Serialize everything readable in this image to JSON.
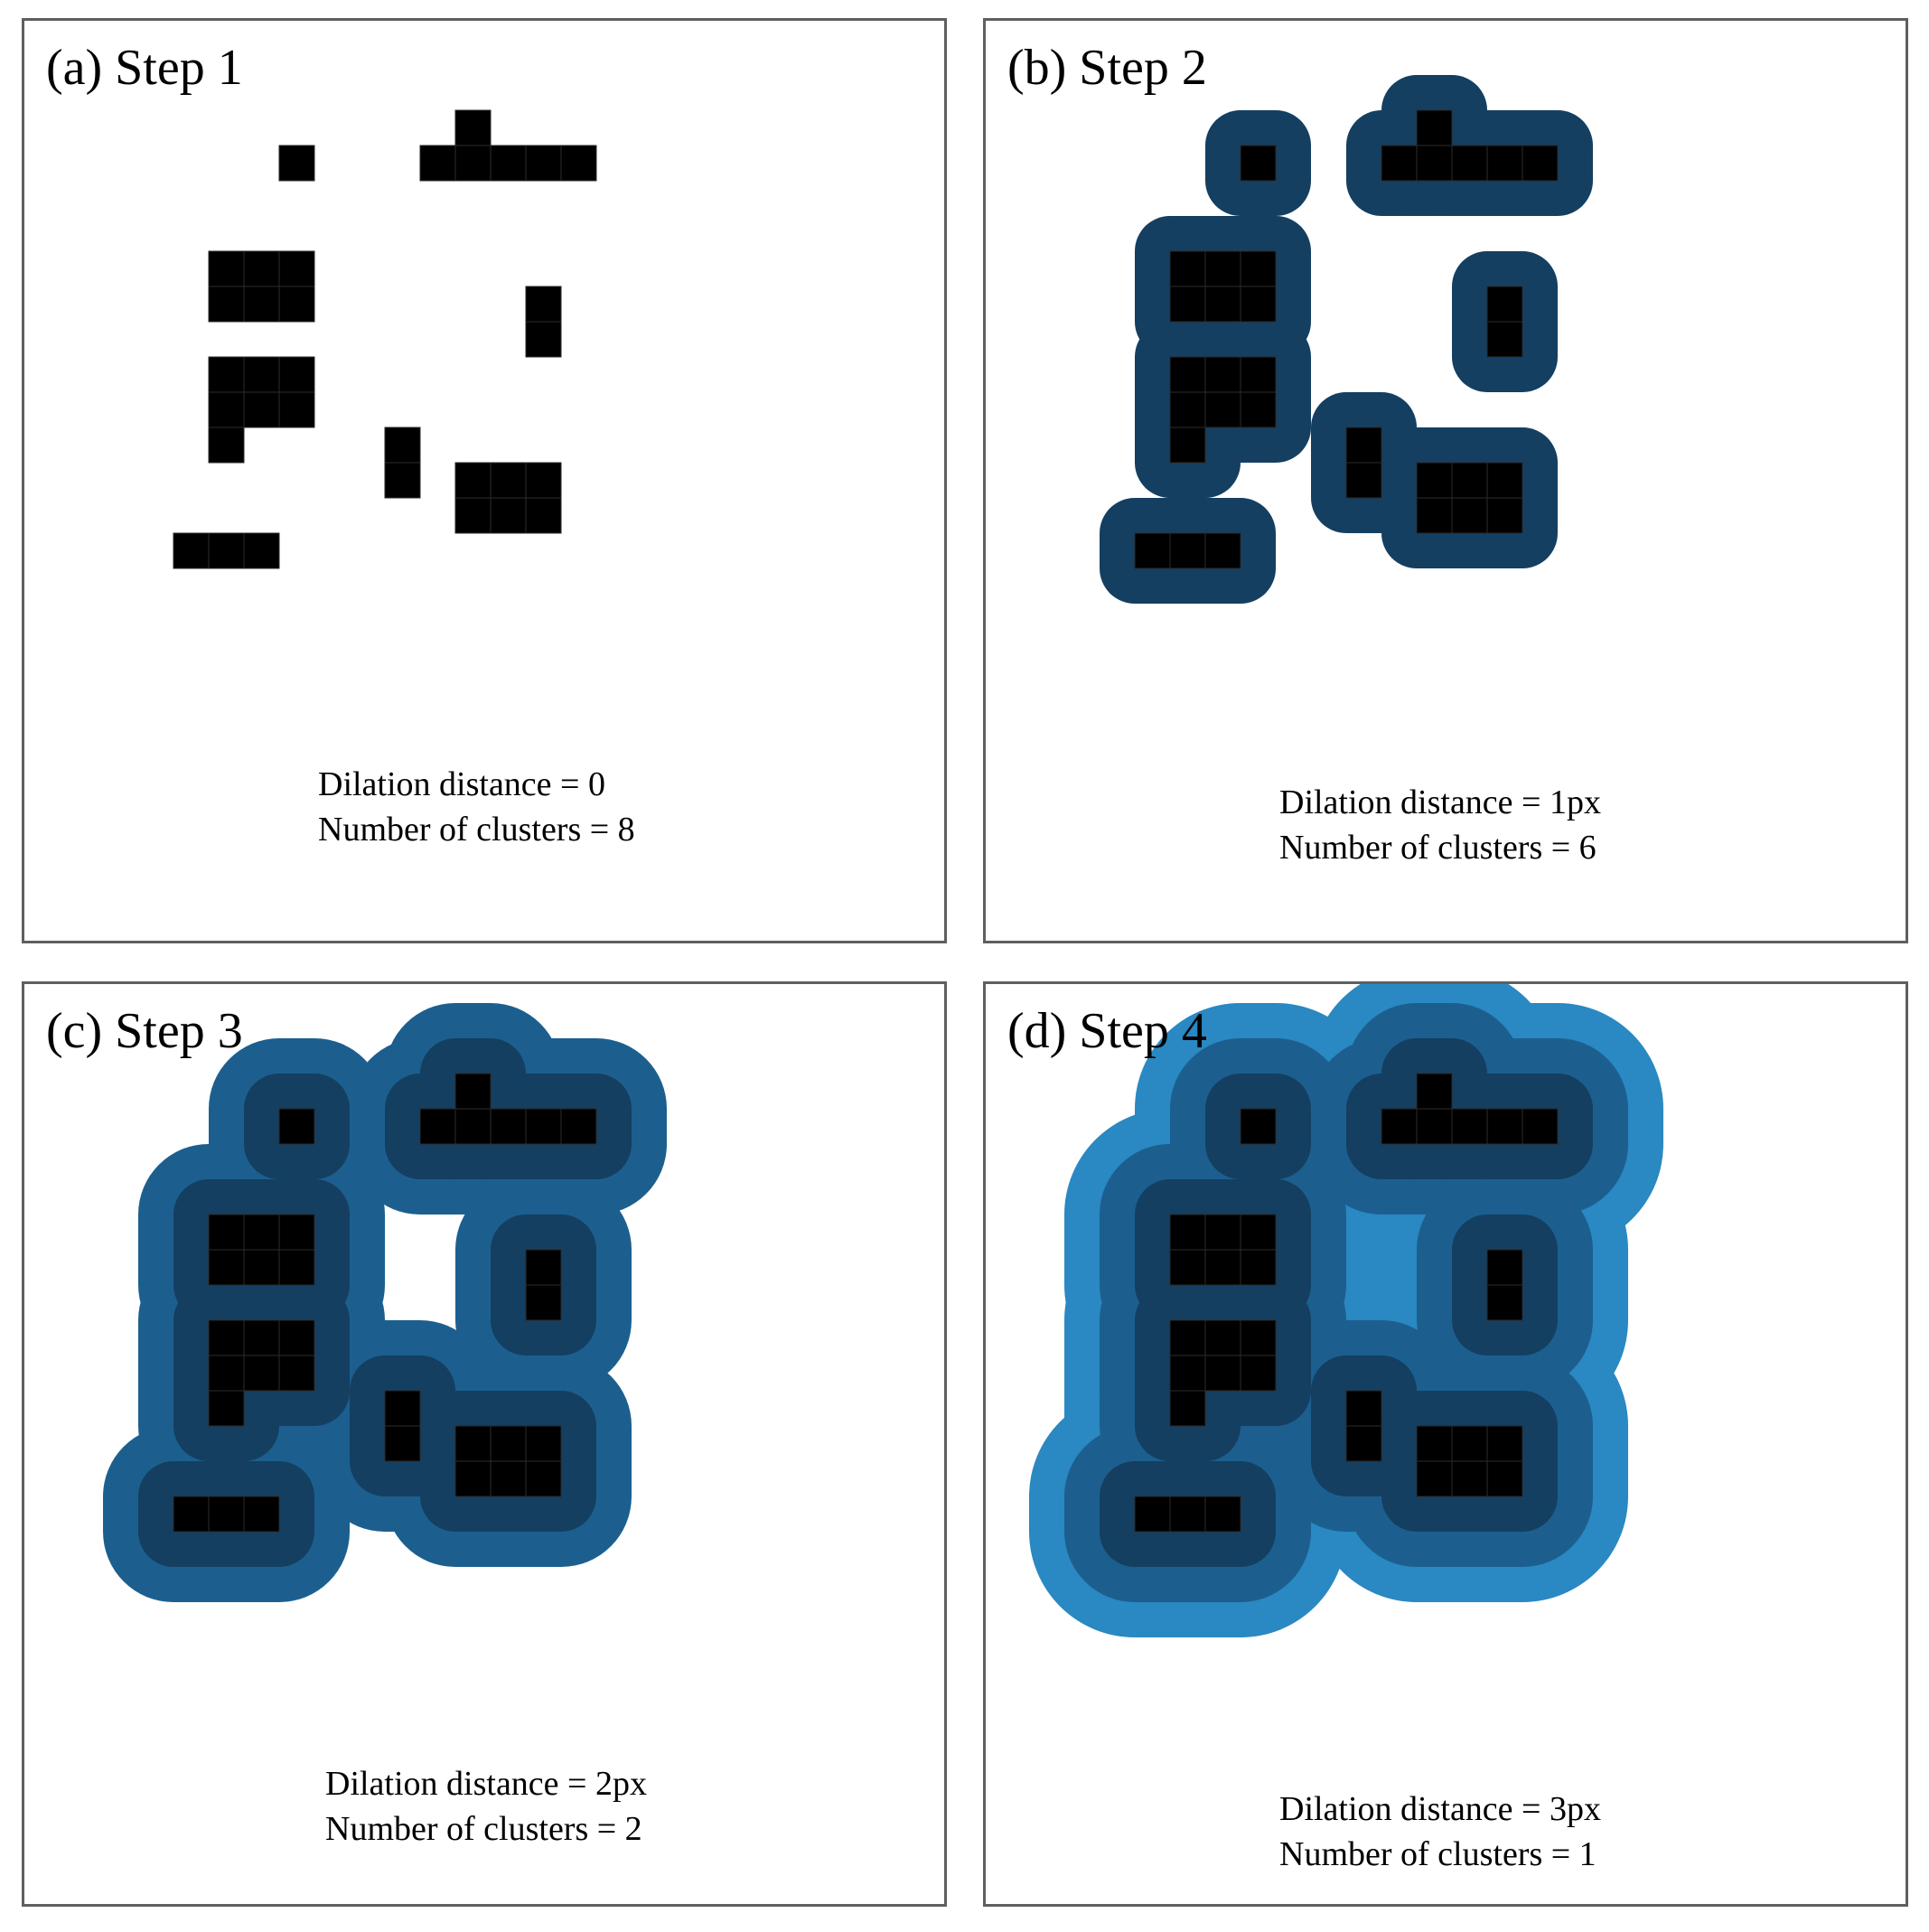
{
  "colors": {
    "background": "#ffffff",
    "block": "#000000",
    "dilation_1": "#143f61",
    "dilation_2": "#1c5f8f",
    "dilation_3": "#2a88c2",
    "panel_border": "#5f5f5f"
  },
  "panels": [
    {
      "title": "(a) Step 1",
      "distance_text": "Dilation distance = 0",
      "clusters_text": "Number of  clusters = 8",
      "dilation_steps": 0
    },
    {
      "title": "(b) Step 2",
      "distance_text": "Dilation distance = 1px",
      "clusters_text": "Number of  clusters = 6",
      "dilation_steps": 1
    },
    {
      "title": "(c) Step 3",
      "distance_text": "Dilation distance = 2px",
      "clusters_text": "Number of  clusters = 2",
      "dilation_steps": 2
    },
    {
      "title": "(d) Step 4",
      "distance_text": "Dilation distance = 3px",
      "clusters_text": "Number of  clusters = 1",
      "dilation_steps": 3
    }
  ]
}
